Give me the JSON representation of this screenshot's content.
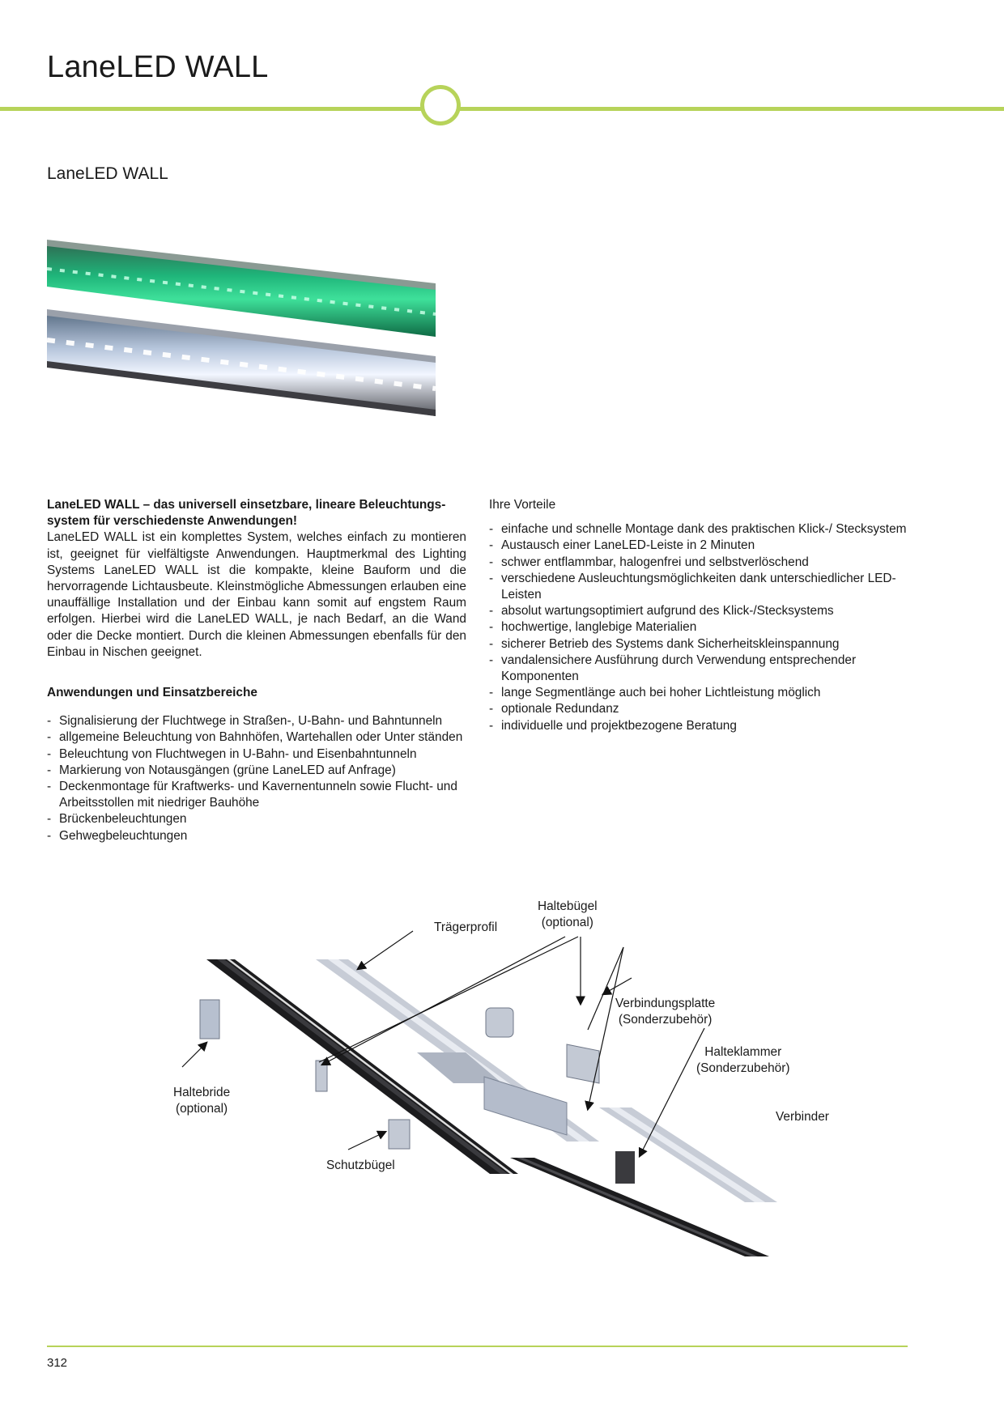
{
  "header": {
    "title": "LaneLED WALL",
    "accent_color": "#b7d35a"
  },
  "section": {
    "title": "LaneLED WALL"
  },
  "intro": {
    "heading": "LaneLED WALL – das universell einsetzbare, lineare Beleuchtungs-system für verschiedenste Anwendungen!",
    "body": "LaneLED WALL ist ein komplettes System, welches einfach zu montieren ist, geeignet für vielfältigste Anwendungen. Hauptmerkmal des Lighting Systems LaneLED WALL ist die kompakte, kleine Bauform und die hervorragende Lichtausbeute. Kleinstmögliche Abmessungen erlauben eine unauffällige Installation und der Einbau kann somit auf engstem Raum erfolgen. Hierbei wird die LaneLED WALL, je nach Bedarf, an die Wand oder die Decke montiert. Durch die kleinen Abmessungen ebenfalls für den Einbau in Nischen geeignet."
  },
  "applications": {
    "heading": "Anwendungen und Einsatzbereiche",
    "items": [
      "Signalisierung der Fluchtwege in Straßen-, U-Bahn- und Bahntunneln",
      "allgemeine Beleuchtung von Bahnhöfen, Wartehallen oder Unter ständen",
      "Beleuchtung von Fluchtwegen in U-Bahn- und Eisenbahntunneln",
      "Markierung von Notausgängen (grüne LaneLED auf Anfrage)",
      "Deckenmontage für Kraftwerks- und Kavernentunneln sowie Flucht- und Arbeitsstollen mit niedriger Bauhöhe",
      "Brückenbeleuchtungen",
      "Gehwegbeleuchtungen"
    ]
  },
  "advantages": {
    "heading": "Ihre Vorteile",
    "items": [
      "einfache und schnelle Montage dank des praktischen Klick-/ Stecksystem",
      "Austausch einer LaneLED-Leiste in 2 Minuten",
      "schwer entflammbar, halogenfrei und selbstverlöschend",
      "verschiedene Ausleuchtungsmöglichkeiten dank unterschiedlicher LED-Leisten",
      "absolut wartungsoptimiert aufgrund des Klick-/Stecksystems",
      "hochwertige, langlebige Materialien",
      "sicherer Betrieb des Systems dank Sicherheitskleinspannung",
      "vandalensichere Ausführung durch Verwendung entsprechender Komponenten",
      "lange Segmentlänge auch bei hoher Lichtleistung möglich",
      "optionale Redundanz",
      "individuelle und projektbezogene Beratung"
    ]
  },
  "diagram": {
    "labels": {
      "haltebuegel_line1": "Haltebügel",
      "haltebuegel_line2": "(optional)",
      "traegerprofil": "Trägerprofil",
      "verbindungsplatte_line1": "Verbindungsplatte",
      "verbindungsplatte_line2": "(Sonderzubehör)",
      "halteklammer_line1": "Halteklammer",
      "halteklammer_line2": "(Sonderzubehör)",
      "verbinder": "Verbinder",
      "haltebride_line1": "Haltebride",
      "haltebride_line2": "(optional)",
      "schutzbuegel": "Schutzbügel"
    }
  },
  "footer": {
    "page_number": "312"
  }
}
